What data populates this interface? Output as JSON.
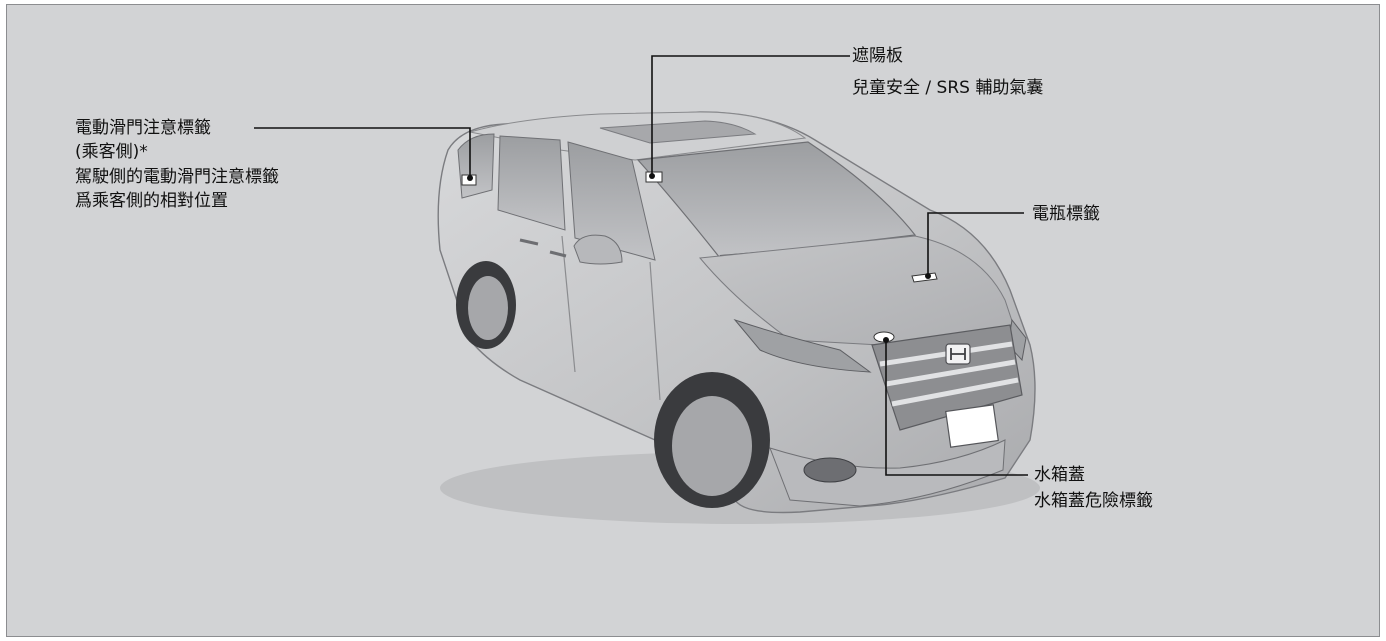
{
  "labels": {
    "sliding_door": {
      "line1": "電動滑門注意標籤",
      "line2": "(乘客側)*",
      "line3": "駕駛側的電動滑門注意標籤",
      "line4": "爲乘客側的相對位置"
    },
    "sun_visor": {
      "line1": "遮陽板",
      "line2": "兒童安全 / SRS 輔助氣囊"
    },
    "battery": {
      "line1": "電瓶標籤"
    },
    "radiator": {
      "line1": "水箱蓋",
      "line2": "水箱蓋危險標籤"
    }
  },
  "colors": {
    "panel_bg": "#d2d3d5",
    "leader_line": "#111111",
    "car_body": "#c9cacc"
  }
}
